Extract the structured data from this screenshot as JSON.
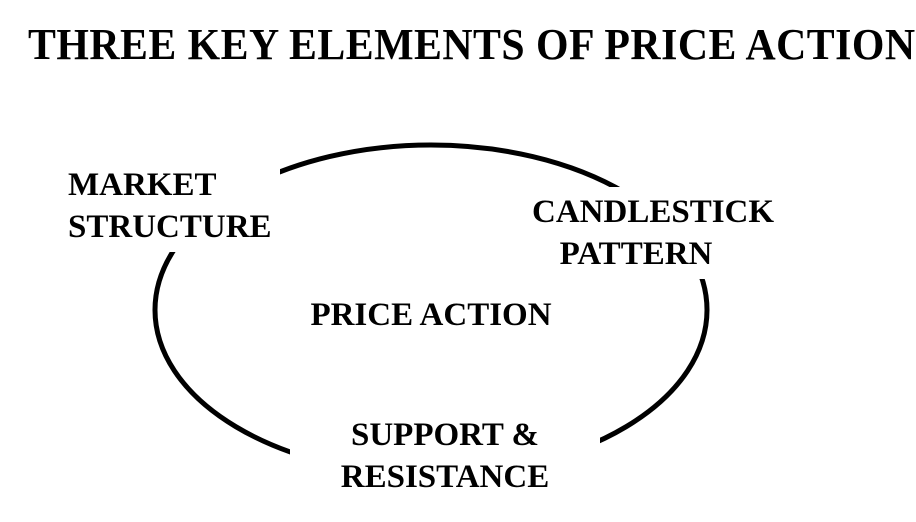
{
  "title": "THREE KEY ELEMENTS OF PRICE ACTION",
  "diagram": {
    "shape": "ellipse",
    "stroke_color": "#000000",
    "background_color": "#ffffff",
    "center_label": "PRICE ACTION",
    "nodes": {
      "market_structure": {
        "line1": "MARKET",
        "line2": "STRUCTURE"
      },
      "candlestick_pattern": {
        "line1": "CANDLESTICK",
        "line2": "PATTERN"
      },
      "support_resistance": {
        "line1": "SUPPORT &",
        "line2": "RESISTANCE"
      }
    }
  }
}
